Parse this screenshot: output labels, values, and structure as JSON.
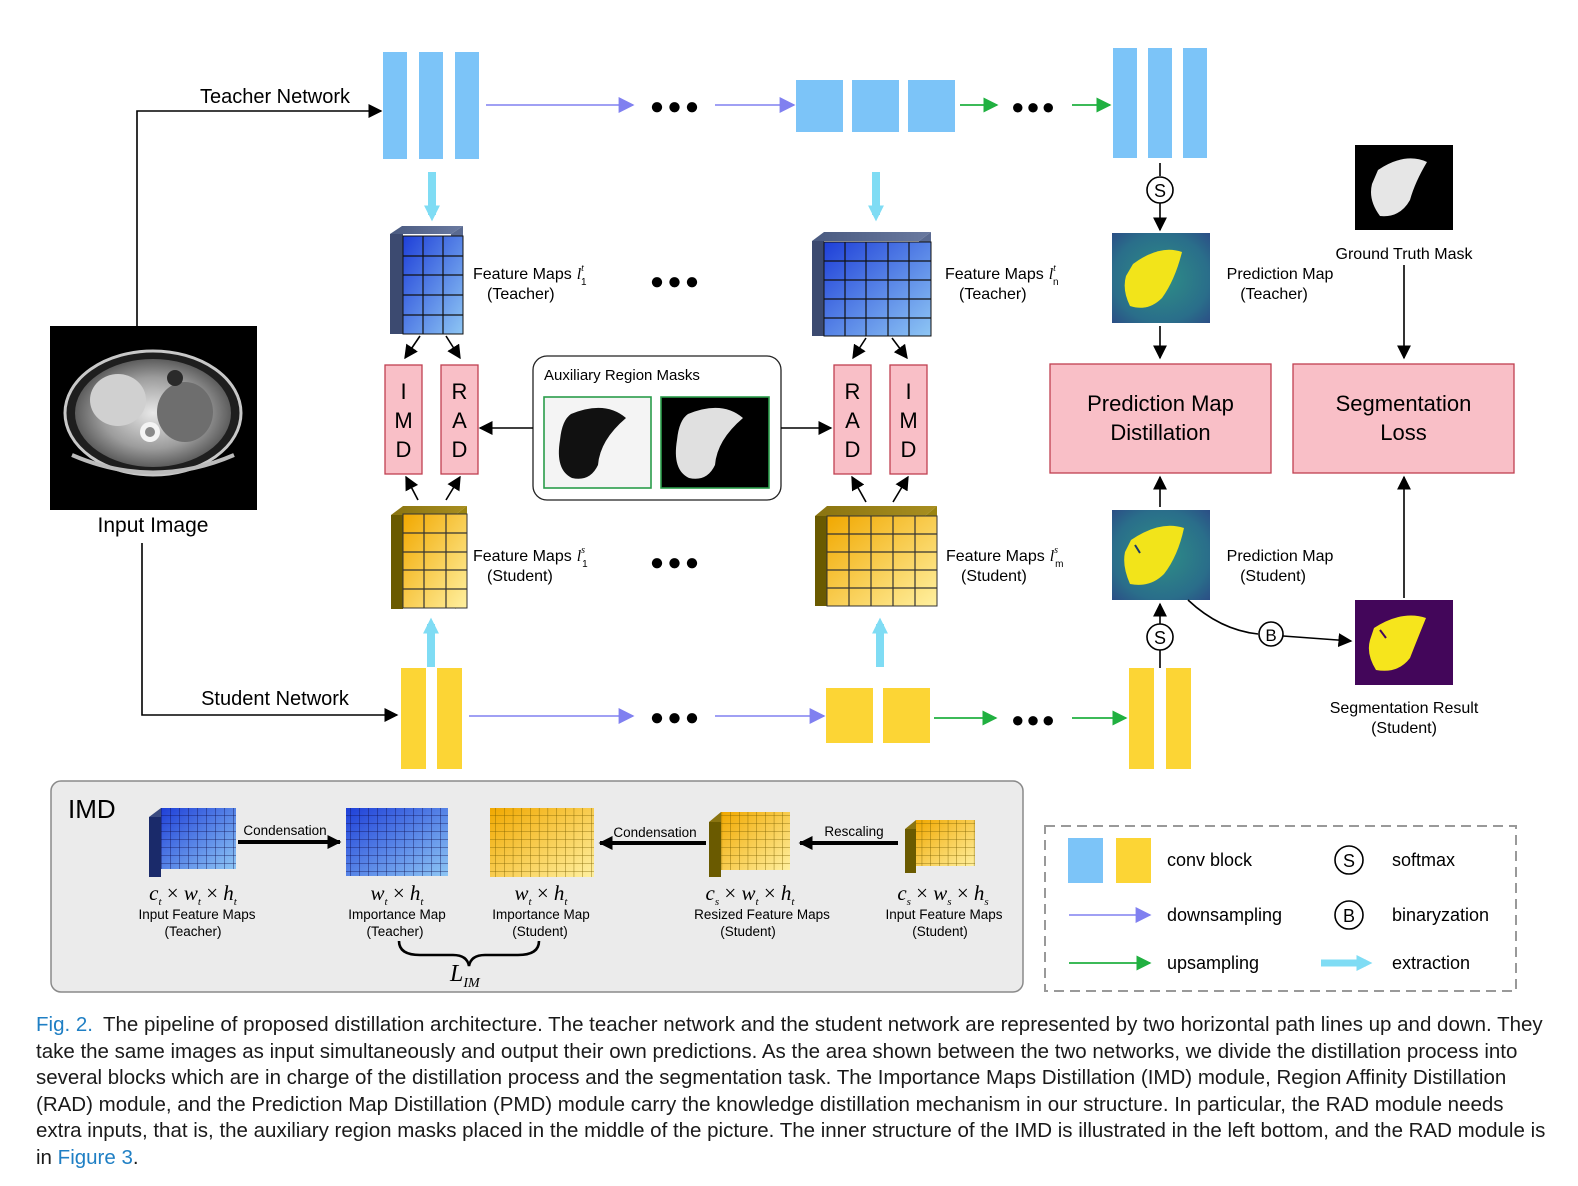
{
  "colors": {
    "conv_teacher": "#7cc4f8",
    "conv_student": "#fcd535",
    "pink_box": "#f9bfc7",
    "downsampling": "#8080f0",
    "upsampling": "#20b040",
    "extraction": "#7fdcf4",
    "caption_link": "#1f7fc4"
  },
  "labels": {
    "teacher_network": "Teacher Network",
    "student_network": "Student Network",
    "input_image": "Input Image",
    "fm_prefix": "Feature Maps",
    "fm_teacher_1_sym": "l",
    "fm_teacher_1_sup": "t",
    "fm_teacher_1_sub": "1",
    "fm_teacher_n_sym": "l",
    "fm_teacher_n_sup": "t",
    "fm_teacher_n_sub": "n",
    "fm_student_1_sym": "l",
    "fm_student_1_sup": "s",
    "fm_student_1_sub": "1",
    "fm_student_m_sym": "l",
    "fm_student_m_sup": "s",
    "fm_student_m_sub": "m",
    "teacher_paren": "(Teacher)",
    "student_paren": "(Student)",
    "aux_masks": "Auxiliary Region Masks",
    "imd": [
      "I",
      "M",
      "D"
    ],
    "rad": [
      "R",
      "A",
      "D"
    ],
    "pred_map": "Prediction Map",
    "gt_mask": "Ground Truth Mask",
    "pmd_line1": "Prediction Map",
    "pmd_line2": "Distillation",
    "seg_loss_line1": "Segmentation",
    "seg_loss_line2": "Loss",
    "seg_result": "Segmentation Result",
    "softmax_symbol": "S",
    "binary_symbol": "B",
    "ellipsis": "●●●"
  },
  "imd_panel": {
    "title": "IMD",
    "condensation": "Condensation",
    "rescaling": "Rescaling",
    "items": [
      {
        "formula": [
          "c",
          "t",
          " × ",
          "w",
          "t",
          " × ",
          "h",
          "t"
        ],
        "line1": "Input Feature Maps",
        "line2": "(Teacher)"
      },
      {
        "formula": [
          "w",
          "t",
          " × ",
          "h",
          "t"
        ],
        "line1": "Importance Map",
        "line2": "(Teacher)"
      },
      {
        "formula": [
          "w",
          "t",
          " × ",
          "h",
          "t"
        ],
        "line1": "Importance Map",
        "line2": "(Student)"
      },
      {
        "formula": [
          "c",
          "s",
          " × ",
          "w",
          "t",
          " × ",
          "h",
          "t"
        ],
        "line1": "Resized Feature Maps",
        "line2": "(Student)"
      },
      {
        "formula": [
          "c",
          "s",
          " × ",
          "w",
          "s",
          " × ",
          "h",
          "s"
        ],
        "line1": "Input Feature Maps",
        "line2": "(Student)"
      }
    ],
    "loss_symbol": "L",
    "loss_subscript": "IM"
  },
  "legend": {
    "conv_block": "conv block",
    "softmax": "softmax",
    "downsampling": "downsampling",
    "binaryzation": "binaryzation",
    "upsampling": "upsampling",
    "extraction": "extraction"
  },
  "caption": {
    "fig_label": "Fig. 2.",
    "text": "The pipeline of proposed distillation architecture. The teacher network and the student network are represented by two horizontal path lines up and down. They take the same images as input simultaneously and output their own predictions. As the area shown between the two networks, we divide the distillation process into several blocks which are in charge of the distillation process and the segmentation task. The Importance Maps Distillation (IMD) module, Region Affinity Distillation (RAD) module, and the Prediction Map Distillation (PMD) module carry the knowledge distillation mechanism in our structure. In particular, the RAD module needs extra inputs, that is, the auxiliary region masks placed in the middle of the picture. The inner structure of the IMD is illustrated in the left bottom, and the RAD module is in",
    "link": "Figure 3",
    "end": "."
  }
}
